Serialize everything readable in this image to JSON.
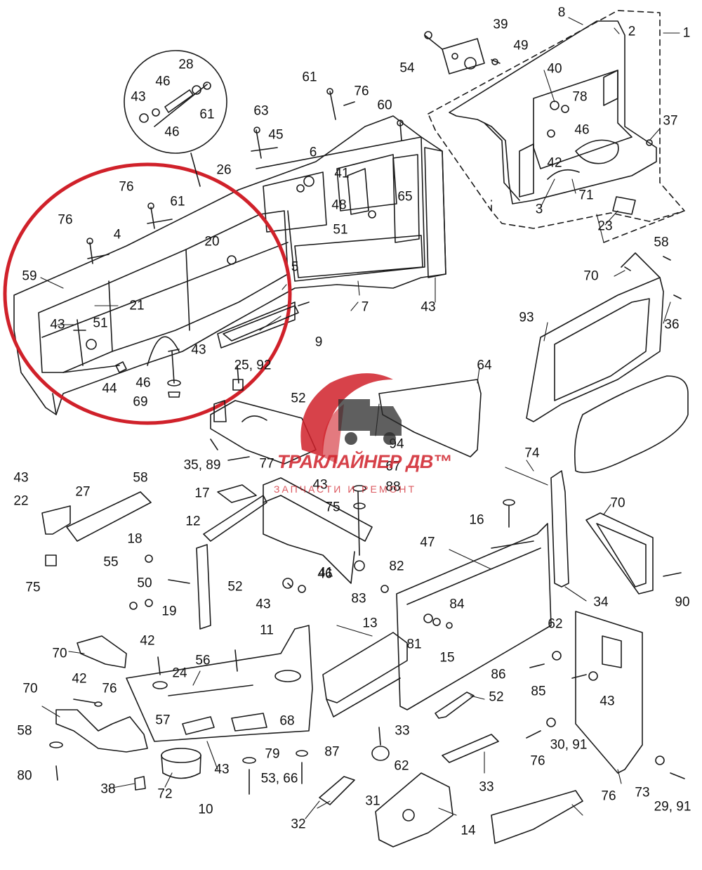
{
  "diagram": {
    "labels": [
      "1",
      "2",
      "8",
      "39",
      "49",
      "54",
      "40",
      "78",
      "46",
      "37",
      "42",
      "71",
      "3",
      "23",
      "60",
      "61",
      "76",
      "63",
      "45",
      "6",
      "26",
      "41",
      "48",
      "51",
      "65",
      "20",
      "5",
      "7",
      "43",
      "28",
      "46",
      "43",
      "46",
      "61",
      "76",
      "61",
      "76",
      "4",
      "59",
      "21",
      "43",
      "51",
      "44",
      "43",
      "46",
      "69",
      "25, 92",
      "9",
      "64",
      "58",
      "70",
      "36",
      "93",
      "52",
      "94",
      "77",
      "67",
      "88",
      "75",
      "35, 89",
      "74",
      "43",
      "22",
      "27",
      "58",
      "75",
      "55",
      "18",
      "17",
      "12",
      "43",
      "41",
      "50",
      "19",
      "52",
      "16",
      "47",
      "43",
      "46",
      "82",
      "83",
      "84",
      "81",
      "15",
      "34",
      "70",
      "90",
      "13",
      "70",
      "42",
      "24",
      "56",
      "11",
      "70",
      "42",
      "76",
      "62",
      "86",
      "85",
      "43",
      "58",
      "57",
      "68",
      "33",
      "52",
      "80",
      "38",
      "72",
      "43",
      "79",
      "87",
      "53, 66",
      "10",
      "62",
      "76",
      "30, 91",
      "33",
      "32",
      "31",
      "14",
      "76",
      "73",
      "29, 91"
    ],
    "accent_color": "#d0212a"
  },
  "watermark": {
    "brand": "ТРАКЛАЙНЕР ДВ™",
    "tagline": "ЗАПЧАСТИ И РЕМОНТ",
    "color": "#d0212a"
  }
}
